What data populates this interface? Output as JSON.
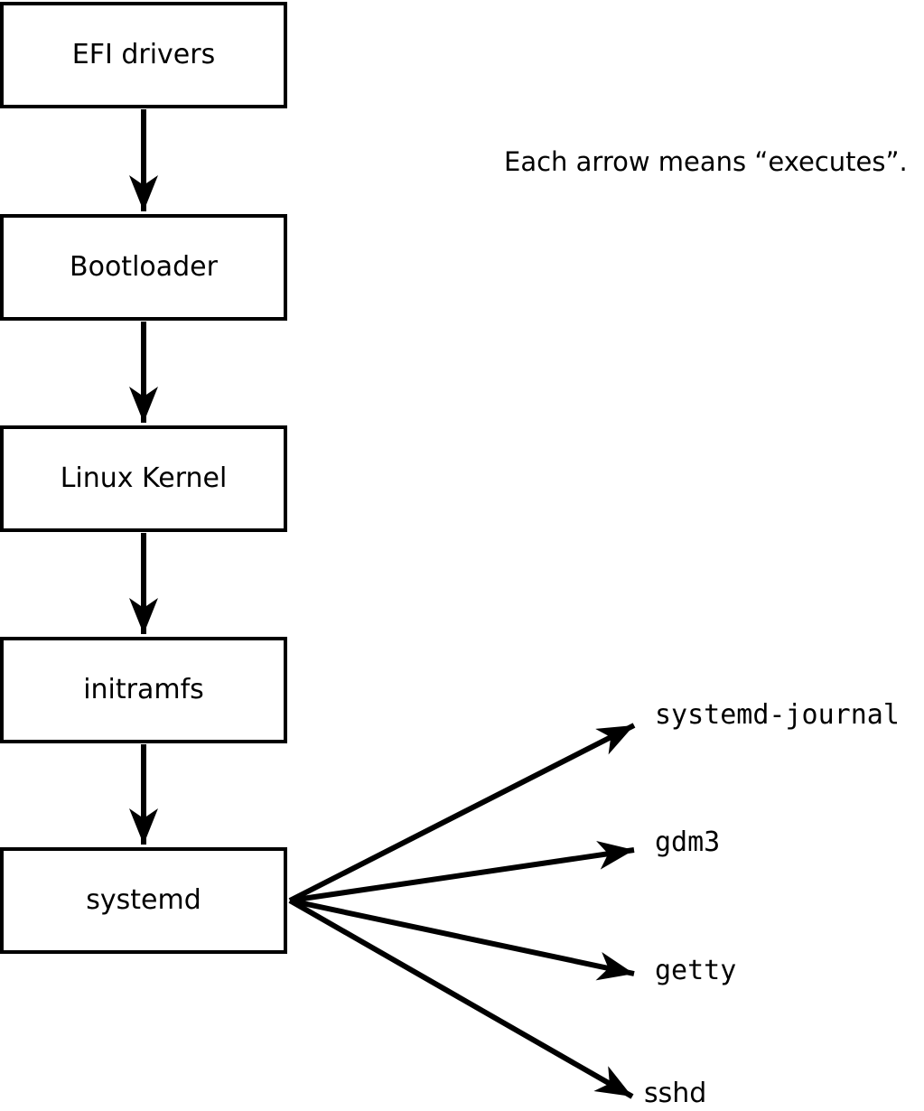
{
  "caption": {
    "text": "Each arrow means “executes”."
  },
  "diagram": {
    "chain": [
      {
        "id": "efi-drivers",
        "label": "EFI drivers"
      },
      {
        "id": "bootloader",
        "label": "Bootloader"
      },
      {
        "id": "linux-kernel",
        "label": "Linux Kernel"
      },
      {
        "id": "initramfs",
        "label": "initramfs"
      },
      {
        "id": "systemd",
        "label": "systemd"
      }
    ],
    "targets": [
      {
        "id": "systemd-journal",
        "label": "systemd-journal"
      },
      {
        "id": "gdm3",
        "label": "gdm3"
      },
      {
        "id": "getty",
        "label": "getty"
      },
      {
        "id": "sshd",
        "label": "sshd"
      }
    ]
  },
  "colors": {
    "ink": "#000000",
    "background": "#ffffff",
    "box_fill": "#ffffff"
  }
}
